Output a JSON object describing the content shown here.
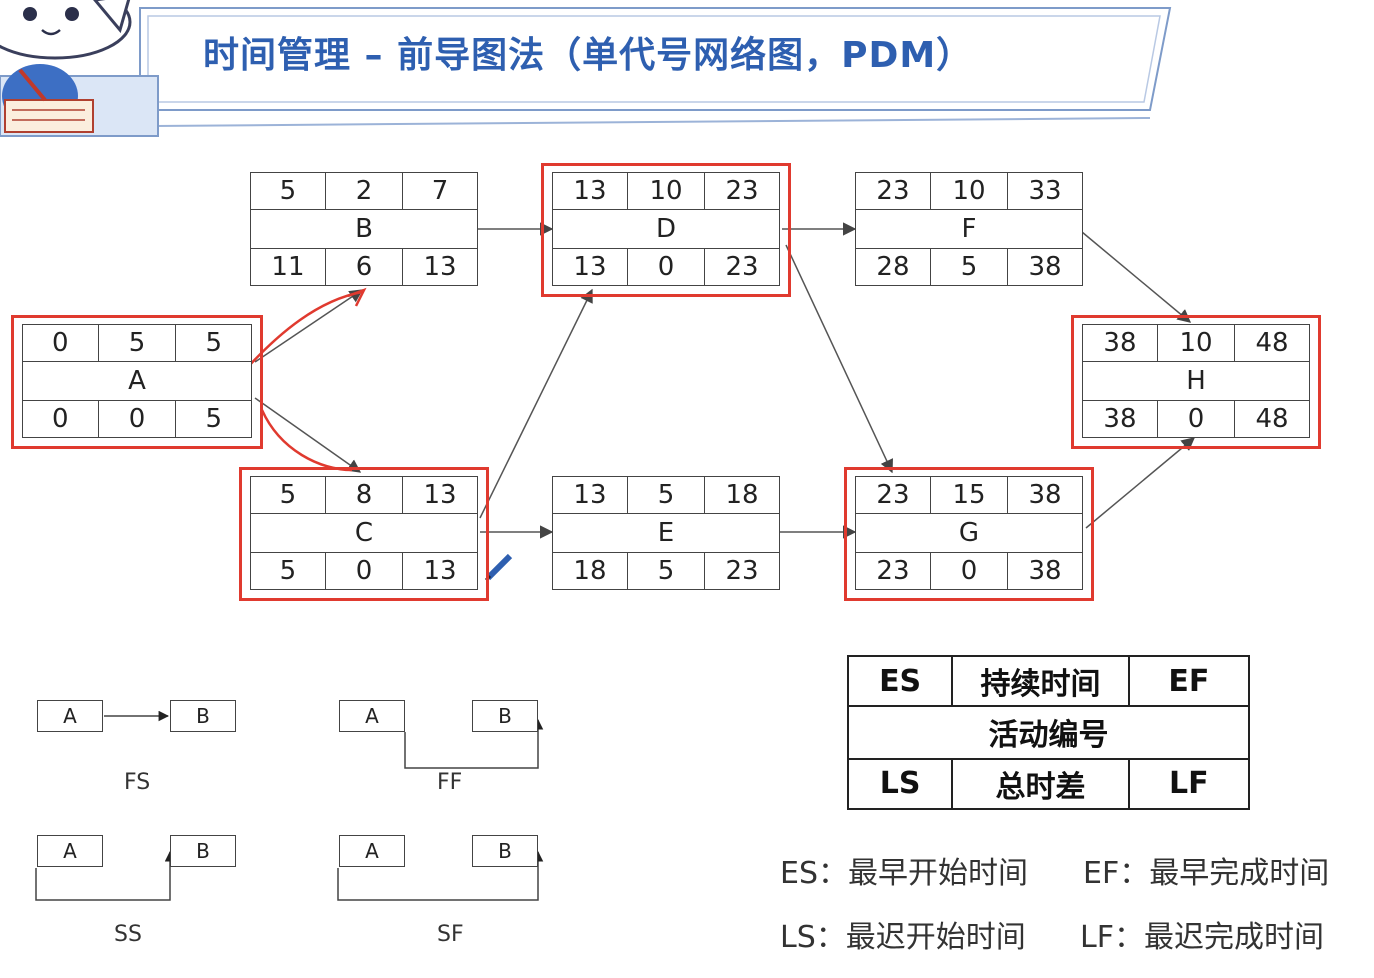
{
  "title": "时间管理 – 前导图法（单代号网络图，PDM）",
  "nodes": [
    {
      "id": "A",
      "es": "0",
      "dur": "5",
      "ef": "5",
      "ls": "0",
      "float": "0",
      "lf": "5",
      "critical": true
    },
    {
      "id": "B",
      "es": "5",
      "dur": "2",
      "ef": "7",
      "ls": "11",
      "float": "6",
      "lf": "13",
      "critical": false
    },
    {
      "id": "C",
      "es": "5",
      "dur": "8",
      "ef": "13",
      "ls": "5",
      "float": "0",
      "lf": "13",
      "critical": true
    },
    {
      "id": "D",
      "es": "13",
      "dur": "10",
      "ef": "23",
      "ls": "13",
      "float": "0",
      "lf": "23",
      "critical": true
    },
    {
      "id": "E",
      "es": "13",
      "dur": "5",
      "ef": "18",
      "ls": "18",
      "float": "5",
      "lf": "23",
      "critical": false
    },
    {
      "id": "F",
      "es": "23",
      "dur": "10",
      "ef": "33",
      "ls": "28",
      "float": "5",
      "lf": "38",
      "critical": false
    },
    {
      "id": "G",
      "es": "23",
      "dur": "15",
      "ef": "38",
      "ls": "23",
      "float": "0",
      "lf": "38",
      "critical": true
    },
    {
      "id": "H",
      "es": "38",
      "dur": "10",
      "ef": "48",
      "ls": "38",
      "float": "0",
      "lf": "48",
      "critical": true
    }
  ],
  "relations": {
    "fs": {
      "label": "FS",
      "a": "A",
      "b": "B"
    },
    "ff": {
      "label": "FF",
      "a": "A",
      "b": "B"
    },
    "ss": {
      "label": "SS",
      "a": "A",
      "b": "B"
    },
    "sf": {
      "label": "SF",
      "a": "A",
      "b": "B"
    }
  },
  "legend": {
    "es": "ES",
    "duration": "持续时间",
    "ef": "EF",
    "activity": "活动编号",
    "ls": "LS",
    "float": "总时差",
    "lf": "LF"
  },
  "definitions": {
    "es": "ES：最早开始时间",
    "ef": "EF：最早完成时间",
    "ls": "LS：最迟开始时间",
    "lf": "LF：最迟完成时间"
  },
  "colors": {
    "title": "#2e5fb0",
    "critical": "#e03a2f",
    "line": "#444444"
  }
}
